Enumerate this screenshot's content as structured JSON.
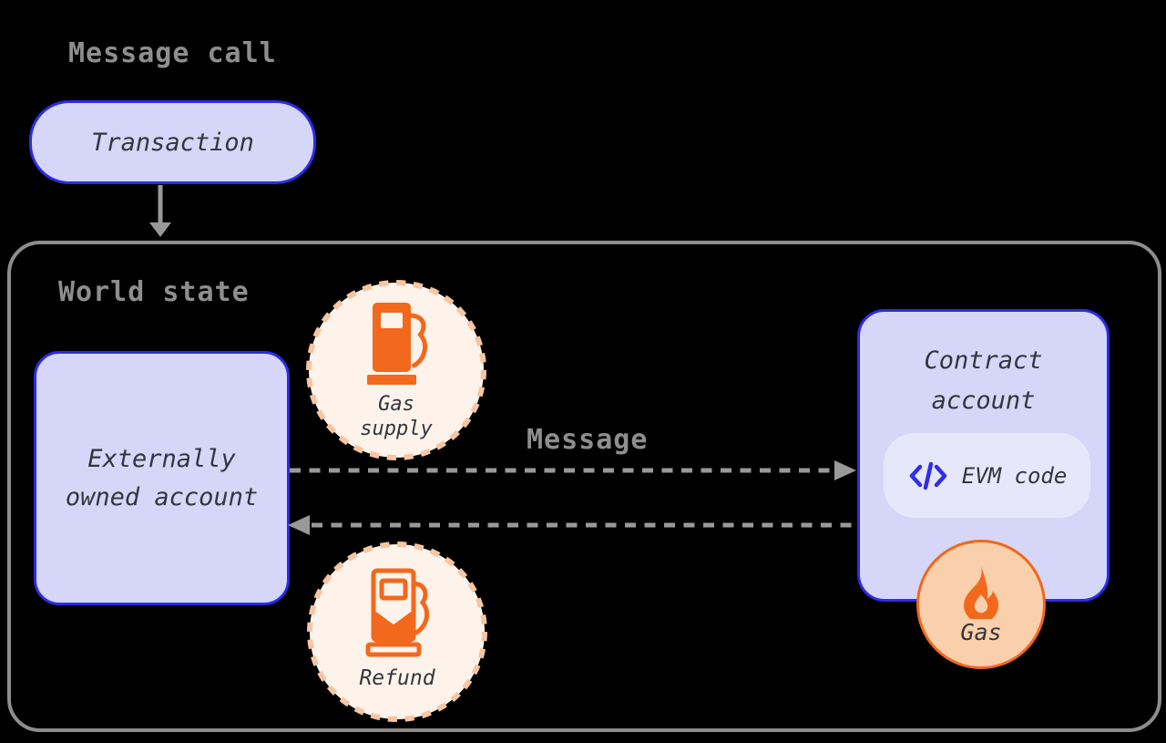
{
  "headings": {
    "message_call": "Message call",
    "world_state": "World state",
    "message": "Message"
  },
  "nodes": {
    "transaction": "Transaction",
    "eoa": "Externally\nowned account",
    "contract": "Contract\naccount",
    "evm_code": "EVM code",
    "gas_supply": "Gas\nsupply",
    "refund": "Refund",
    "gas": "Gas"
  },
  "icons": {
    "fuel_pump": "fuel-pump-icon (filled orange gas pump)",
    "fuel_pump_refund": "fuel-pump-refund-icon (outlined gas pump, filled base with v-notch)",
    "flame": "flame-icon (orange fire)",
    "code": "code-icon (</> glyph)",
    "down_arrow": "down-arrow (solid gray)",
    "message_arrows": "dashed gray arrows left-to-right and right-to-left"
  },
  "colors": {
    "background": "#000000",
    "box_fill_lavender": "#d6d6f8",
    "box_border_blue": "#2b2be6",
    "evm_pill_fill": "#e7e7fc",
    "code_icon_blue": "#2f2fe8",
    "world_border_gray": "#8d8d8d",
    "heading_gray": "#8e8e8e",
    "arrow_gray": "#999999",
    "dark_text": "#35353d",
    "circle_cream_fill": "#fdf3eb",
    "circle_dash_peach": "#f6c5a1",
    "icon_orange": "#f2681c",
    "gas_circle_fill": "#f9d0ab"
  }
}
